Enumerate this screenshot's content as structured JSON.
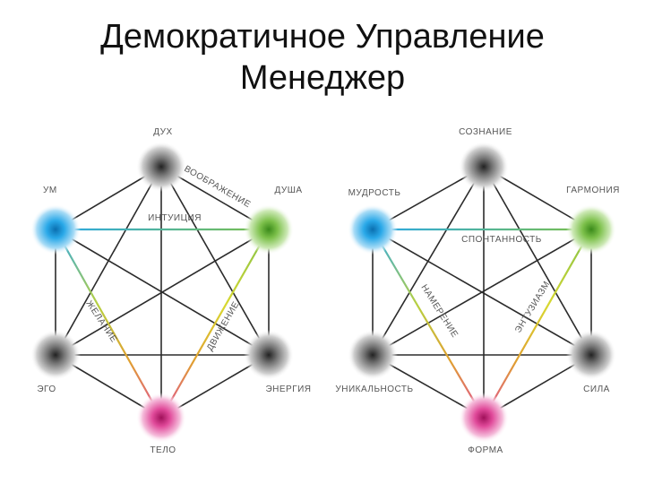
{
  "title": {
    "line1": "Демократичное Управление",
    "line2": "Менеджер"
  },
  "left_diagram": {
    "nodes": {
      "top": "ДУХ",
      "upper_left": "УМ",
      "upper_right": "ДУША",
      "lower_left": "ЭГО",
      "lower_right": "ЭНЕРГИЯ",
      "bottom": "ТЕЛО"
    },
    "edge_labels": {
      "top_to_upper_right": "ВООБРАЖЕНИЕ",
      "upper_left_to_upper_right": "ИНТУИЦИЯ",
      "upper_left_to_bottom": "ЖЕЛАНИЕ",
      "upper_right_to_bottom": "ДВИЖЕНИЕ"
    }
  },
  "right_diagram": {
    "nodes": {
      "top": "СОЗНАНИЕ",
      "upper_left": "МУДРОСТЬ",
      "upper_right": "ГАРМОНИЯ",
      "lower_left": "УНИКАЛЬНОСТЬ",
      "lower_right": "СИЛА",
      "bottom": "ФОРМА"
    },
    "edge_labels": {
      "upper_left_to_upper_right": "СПОНТАННОСТЬ",
      "upper_left_to_bottom": "НАМЕРЕНИЕ",
      "upper_right_to_bottom": "ЭНТУЗИАЗМ"
    }
  },
  "colors": {
    "edge": "#2b2b2b",
    "blue_node": "#29a8e8",
    "green_node": "#7cc04a",
    "pink_node": "#e04a9a",
    "gray_node": "#777777",
    "blue_green_edge": "#7fb8c8",
    "gradient_mid": "#c8d43a"
  }
}
